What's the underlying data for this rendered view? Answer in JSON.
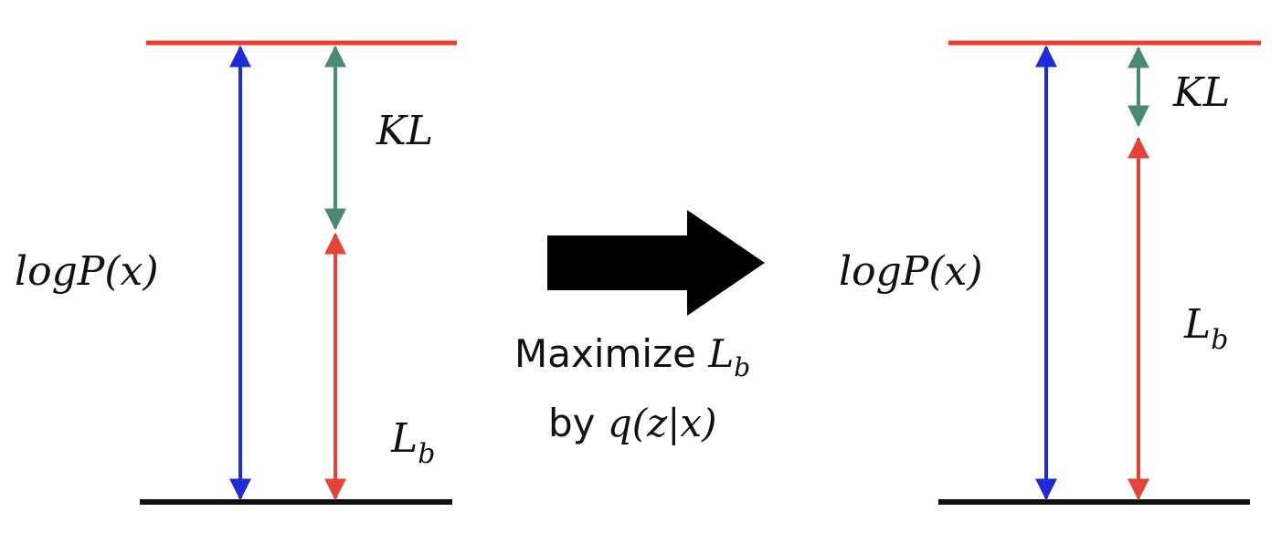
{
  "left_panel": {
    "logp_label": "logP(x)",
    "kl_label": "KL",
    "lb_label_main": "L",
    "lb_label_sub": "b"
  },
  "middle": {
    "line1_prefix": "Maximize ",
    "line1_math_main": "L",
    "line1_math_sub": "b",
    "line2_prefix": "by ",
    "line2_math": "q(z|x)"
  },
  "right_panel": {
    "logp_label": "logP(x)",
    "kl_label": "KL",
    "lb_label_main": "L",
    "lb_label_sub": "b"
  },
  "colors": {
    "top_line": "#ef3b2c",
    "bottom_line": "#111111",
    "logp_arrow": "#1f2bd6",
    "kl_arrow": "#4a8a73",
    "lb_arrow": "#e2443a",
    "big_arrow": "#000000"
  }
}
